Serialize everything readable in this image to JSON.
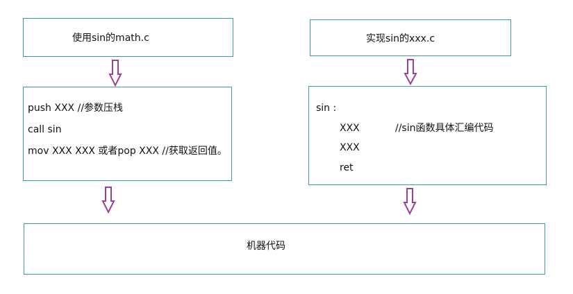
{
  "left_file": {
    "title": "使用sin的math.c",
    "lines": [
      "push XXX //参数压栈",
      "call sin",
      "mov XXX XXX 或者pop XXX //获取返回值。"
    ]
  },
  "right_file": {
    "title": "实现sin的xxx.c",
    "label": "sin :",
    "lines": [
      "XXX",
      "XXX",
      "ret"
    ],
    "comment": "//sin函数具体汇编代码"
  },
  "bottom": {
    "title": "机器代码"
  },
  "colors": {
    "box_border": "#3a9aa6",
    "arrow": "#9b3f9d"
  },
  "icons": [
    "down-arrow-icon"
  ]
}
